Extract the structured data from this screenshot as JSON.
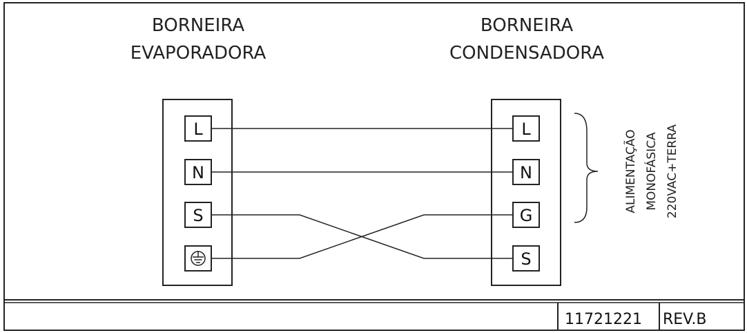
{
  "evaporadora": {
    "title_line1": "BORNEIRA",
    "title_line2": "EVAPORADORA",
    "terminals": [
      "L",
      "N",
      "S",
      "earth-symbol"
    ]
  },
  "condensadora": {
    "title_line1": "BORNEIRA",
    "title_line2": "CONDENSADORA",
    "terminals": [
      "L",
      "N",
      "G",
      "S"
    ]
  },
  "connections": [
    {
      "from": "L",
      "to": "L"
    },
    {
      "from": "N",
      "to": "N"
    },
    {
      "from": "S",
      "to": "S"
    },
    {
      "from": "earth-symbol",
      "to": "G"
    }
  ],
  "supply": {
    "line1": "ALIMENTAÇÃO",
    "line2": "MONOFÁSICA",
    "line3": "220VAC+TERRA"
  },
  "footer": {
    "part_number": "11721221",
    "revision": "REV.B"
  },
  "colors": {
    "line": "#222222",
    "background": "#ffffff"
  }
}
